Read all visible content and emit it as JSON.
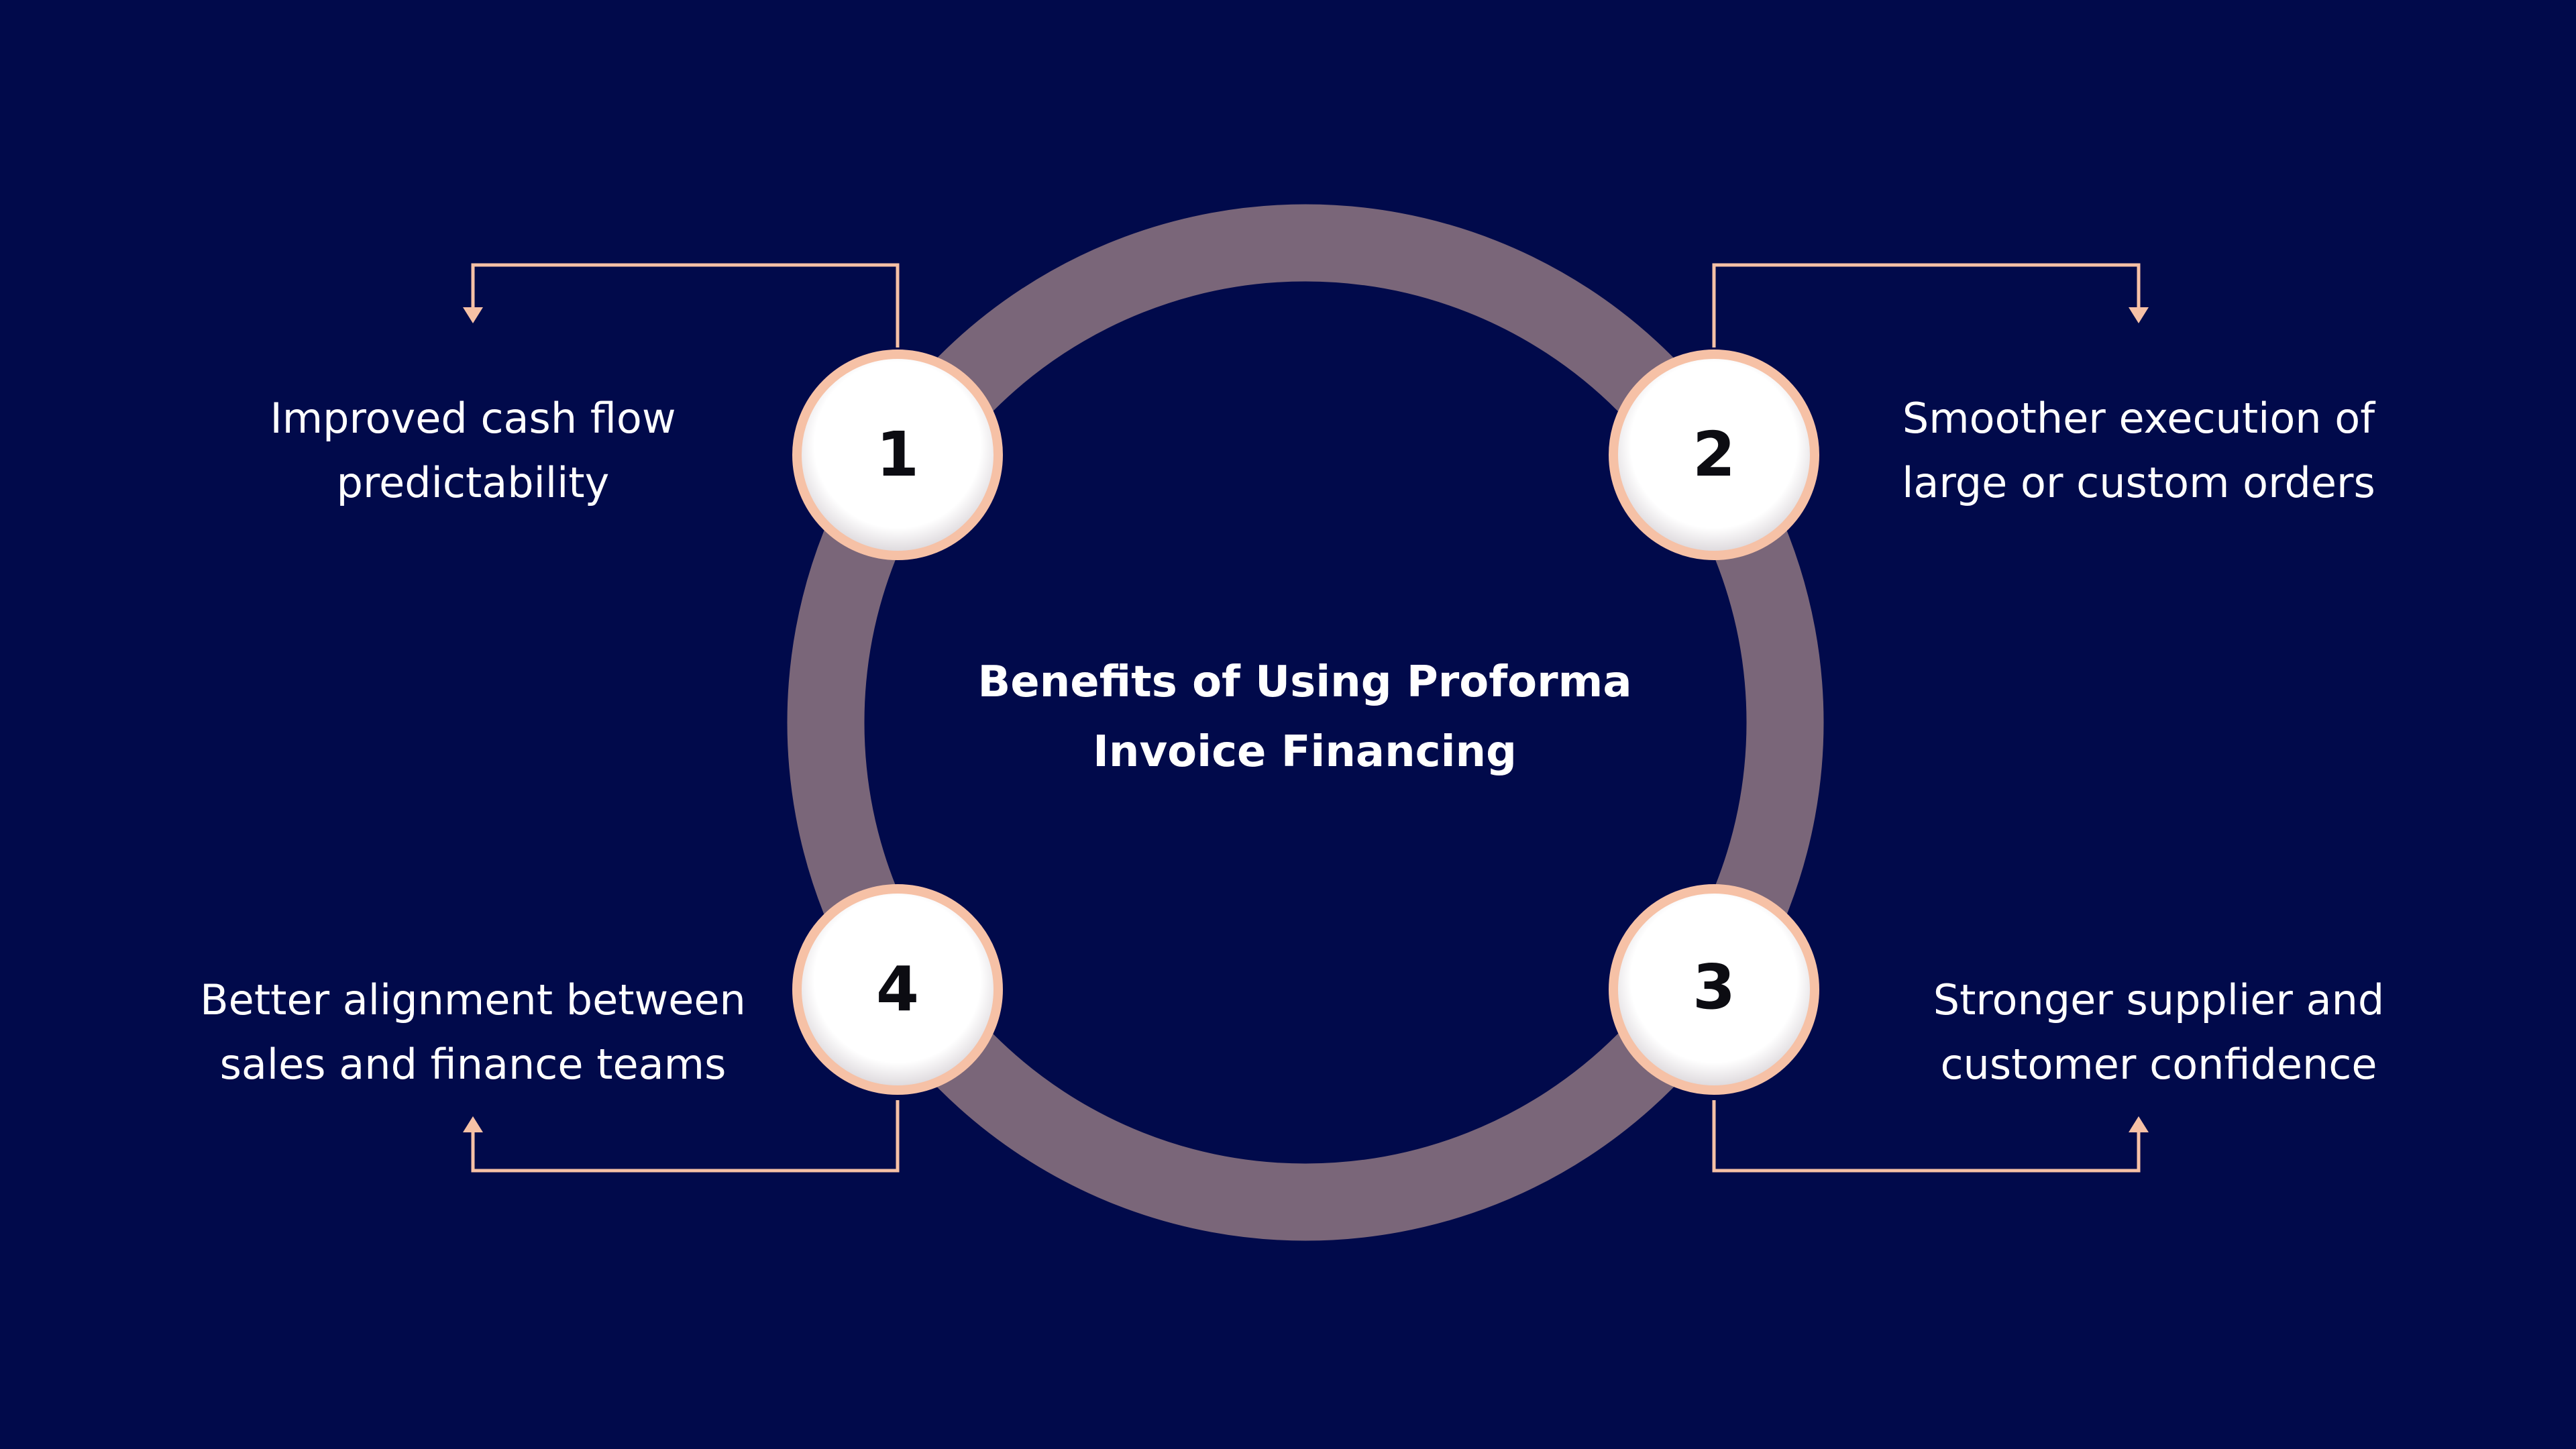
{
  "title": {
    "line1": "Benefits of Using Proforma",
    "line2": "Invoice Financing"
  },
  "benefits": [
    {
      "number": "1",
      "line1": "Improved cash flow",
      "line2": "predictability"
    },
    {
      "number": "2",
      "line1": "Smoother execution of",
      "line2": "large or custom orders"
    },
    {
      "number": "3",
      "line1": "Stronger supplier and",
      "line2": "customer confidence"
    },
    {
      "number": "4",
      "line1": "Better alignment between",
      "line2": "sales and finance teams"
    }
  ],
  "colors": {
    "background": "#010a4b",
    "ring": "#7a6679",
    "accent": "#f6c1a6",
    "node_fill": "#ffffff",
    "text": "#ffffff"
  }
}
